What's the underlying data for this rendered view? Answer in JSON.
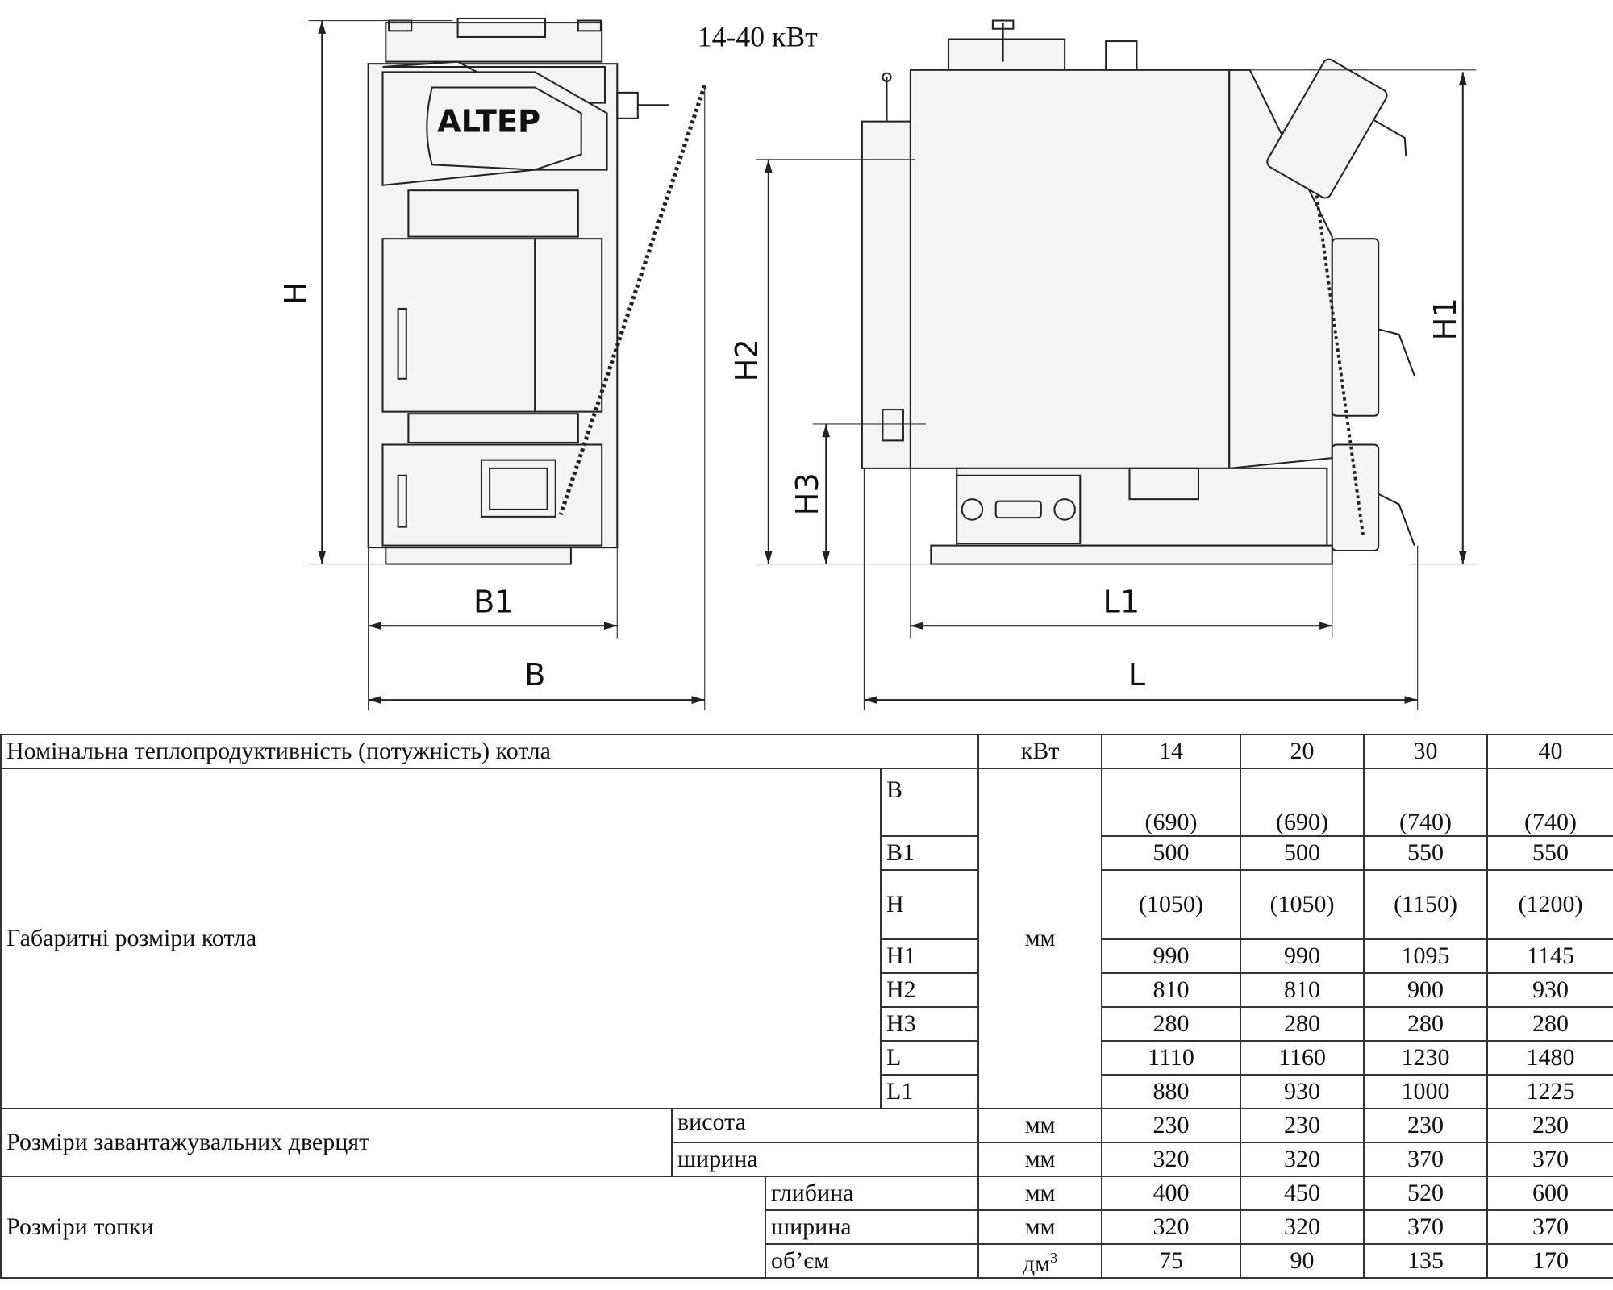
{
  "drawing": {
    "power_range": "14-40 кВт",
    "brand": "ALTEP",
    "dims": {
      "H": "H",
      "B1": "B1",
      "B": "B",
      "H1": "H1",
      "H2": "H2",
      "H3": "H3",
      "L1": "L1",
      "L": "L"
    }
  },
  "table": {
    "header": {
      "label": "Номінальна теплопродуктивність (потужність) котла",
      "unit": "кВт",
      "values": [
        "14",
        "20",
        "30",
        "40"
      ]
    },
    "overall": {
      "label": "Габаритні розміри котла",
      "unit": "мм",
      "rows": [
        {
          "param": "B",
          "values": [
            "(690)",
            "(690)",
            "(740)",
            "(740)"
          ]
        },
        {
          "param": "B1",
          "values": [
            "500",
            "500",
            "550",
            "550"
          ]
        },
        {
          "param": "H",
          "values": [
            "(1050)",
            "(1050)",
            "(1150)",
            "(1200)"
          ]
        },
        {
          "param": "H1",
          "values": [
            "990",
            "990",
            "1095",
            "1145"
          ]
        },
        {
          "param": "H2",
          "values": [
            "810",
            "810",
            "900",
            "930"
          ]
        },
        {
          "param": "H3",
          "values": [
            "280",
            "280",
            "280",
            "280"
          ]
        },
        {
          "param": "L",
          "values": [
            "1110",
            "1160",
            "1230",
            "1480"
          ]
        },
        {
          "param": "L1",
          "values": [
            "880",
            "930",
            "1000",
            "1225"
          ]
        }
      ]
    },
    "door": {
      "label": "Розміри завантажувальних дверцят",
      "rows": [
        {
          "param": "висота",
          "unit": "мм",
          "values": [
            "230",
            "230",
            "230",
            "230"
          ]
        },
        {
          "param": "ширина",
          "unit": "мм",
          "values": [
            "320",
            "320",
            "370",
            "370"
          ]
        }
      ]
    },
    "firebox": {
      "label": "Розміри топки",
      "rows": [
        {
          "param": "глибина",
          "unit": "мм",
          "values": [
            "400",
            "450",
            "520",
            "600"
          ]
        },
        {
          "param": "ширина",
          "unit": "мм",
          "values": [
            "320",
            "320",
            "370",
            "370"
          ]
        },
        {
          "param": "об’єм",
          "unit": "дм",
          "unit_sup": "3",
          "values": [
            "75",
            "90",
            "135",
            "170"
          ]
        }
      ]
    }
  }
}
